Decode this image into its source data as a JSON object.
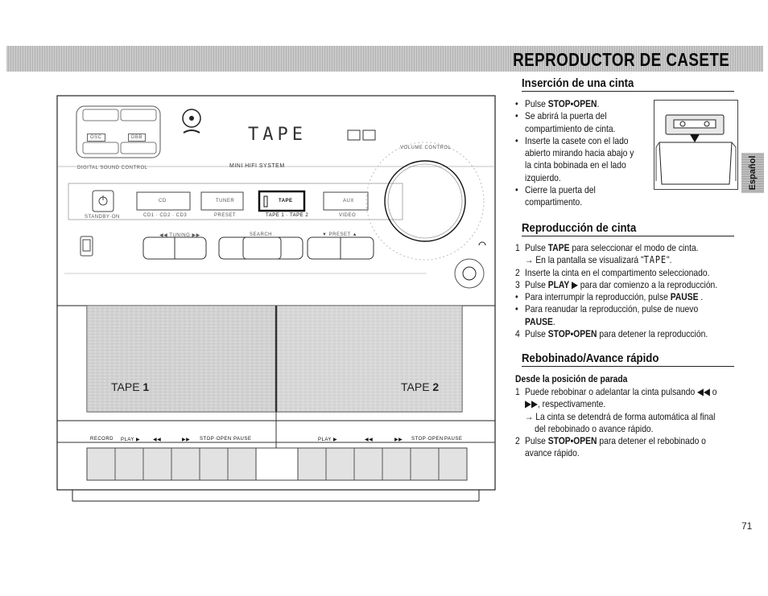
{
  "header": {
    "title": "REPRODUCTOR DE CASETE"
  },
  "side_tab": {
    "label": "Español"
  },
  "device": {
    "mode_buttons": [
      "OSC",
      "DBB"
    ],
    "dsc_label": "DIGITAL SOUND CONTROL",
    "system_label": "MINI HIFI SYSTEM",
    "volume_label": "VOLUME CONTROL",
    "display_text": "TAPE",
    "source_buttons": [
      "CD",
      "TUNER",
      "TAPE",
      "AUX"
    ],
    "source_sublabels": [
      "CD1 · CD2 · CD3",
      "PRESET",
      "TAPE 1 · TAPE 2",
      "VIDEO"
    ],
    "standby_label": "STANDBY·ON",
    "tuning_label": "◀◀  TUNING  ▶▶",
    "search_label": "SEARCH",
    "preset_label": "▼  PRESET  ▲",
    "deck1_label_text": "TAPE",
    "deck1_label_num": "1",
    "deck2_label_text": "TAPE",
    "deck2_label_num": "2",
    "deck1_keys": [
      "RECORD",
      "PLAY ▶",
      "◀◀",
      "▶▶",
      "STOP·OPEN",
      "PAUSE"
    ],
    "deck2_keys": [
      "PLAY ▶",
      "◀◀",
      "▶▶",
      "STOP·OPEN",
      "PAUSE"
    ]
  },
  "insertion": {
    "title": "Inserción de una cinta",
    "b1_pre": "Pulse ",
    "b1_key": "STOP•OPEN",
    "b1_post": ".",
    "b2_l1": "Se abrirá la puerta del",
    "b2_l2": "compartimiento de cinta.",
    "b3_l1": "Inserte la casete con el lado",
    "b3_l2": "abierto mirando hacia abajo y",
    "b3_l3": "la cinta bobinada en el lado",
    "b3_l4": "izquierdo.",
    "b4_l1": "Cierre la puerta del",
    "b4_l2": "compartimento."
  },
  "playback": {
    "title": "Reproducción de cinta",
    "s1_pre": "Pulse ",
    "s1_key": "TAPE",
    "s1_post": " para seleccionar el modo de cinta.",
    "s1_sub_pre": "En la pantalla se visualizará \"",
    "s1_sub_lcd": "TAPE",
    "s1_sub_post": "\".",
    "s2": "Inserte la cinta en el compartimento seleccionado.",
    "s3_pre": "Pulse ",
    "s3_key": "PLAY ▶",
    "s3_post": " para dar comienzo a la reproducción.",
    "b1_pre": "Para interrumpir la reproducción, pulse ",
    "b1_key": "PAUSE",
    "b1_post": " .",
    "b2_l1": "Para reanudar la reproducción, pulse de nuevo",
    "b2_key": "PAUSE",
    "b2_post": ".",
    "s4_pre": "Pulse ",
    "s4_key": "STOP•OPEN",
    "s4_post": " para detener la reproducción."
  },
  "rewind": {
    "title": "Rebobinado/Avance rápido",
    "subheading": "Desde la posición de parada",
    "s1_l1": "Puede rebobinar o adelantar la cinta pulsando ◀◀ o",
    "s1_l2": "▶▶, respectivamente.",
    "s1_sub_l1": "La cinta se detendrá de forma automática al final",
    "s1_sub_l2": "del rebobinado o avance rápido.",
    "s2_pre": "Pulse ",
    "s2_key": "STOP•OPEN",
    "s2_post": " para detener el rebobinado o",
    "s2_l2": "avance rápido."
  },
  "markers": {
    "bullet": "•",
    "arrow": "→",
    "n1": "1",
    "n2": "2",
    "n3": "3",
    "n4": "4"
  },
  "page": {
    "number": "71"
  }
}
